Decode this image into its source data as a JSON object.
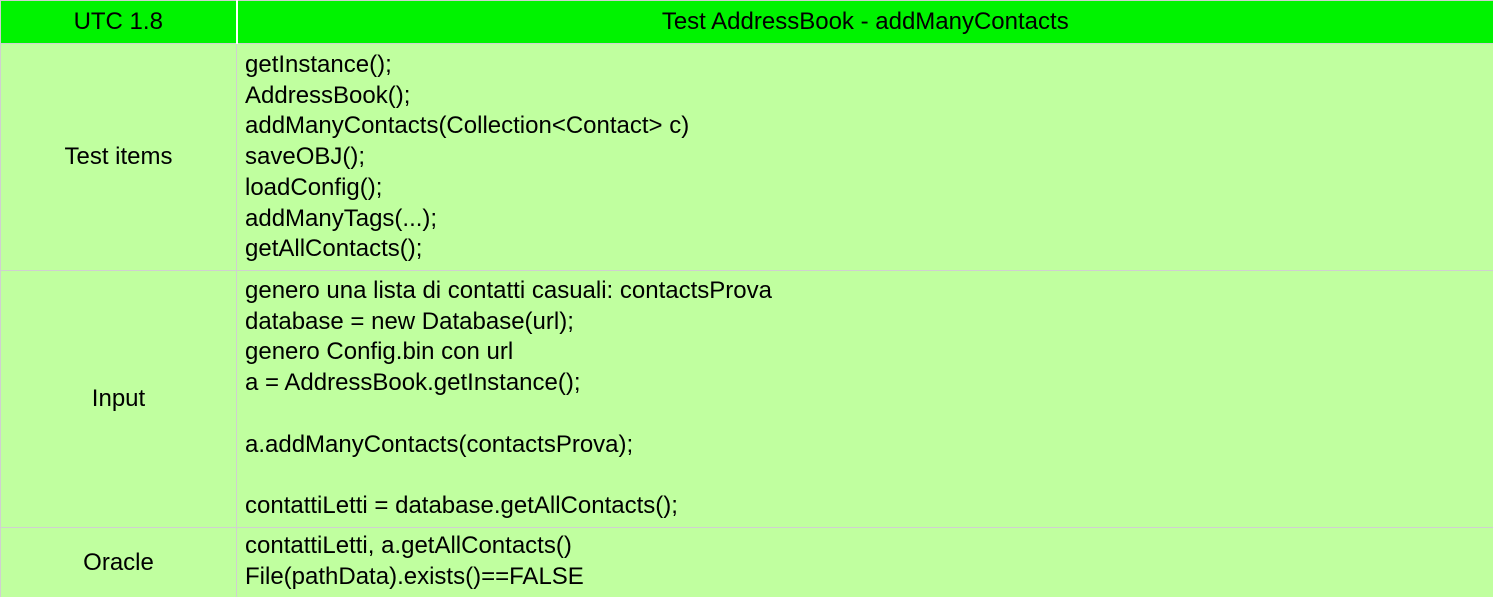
{
  "header": {
    "id_label": "UTC 1.8",
    "title": "Test  AddressBook - addManyContacts"
  },
  "rows": [
    {
      "label": "Test items",
      "lines": [
        "getInstance();",
        "AddressBook();",
        "addManyContacts(Collection<Contact> c)",
        "saveOBJ();",
        "loadConfig();",
        "addManyTags(...);",
        "getAllContacts();"
      ]
    },
    {
      "label": "Input",
      "lines": [
        "genero una lista di contatti casuali: contactsProva",
        "database = new Database(url);",
        "genero Config.bin con url",
        "a = AddressBook.getInstance();",
        "",
        "a.addManyContacts(contactsProva);",
        "",
        "contattiLetti = database.getAllContacts();"
      ]
    },
    {
      "label": "Oracle",
      "lines": [
        "contattiLetti, a.getAllContacts()",
        "File(pathData).exists()==FALSE"
      ]
    }
  ],
  "colors": {
    "header_bg": "#00f300",
    "body_bg": "#c0ff9f",
    "grid": "#d0d0d0"
  }
}
